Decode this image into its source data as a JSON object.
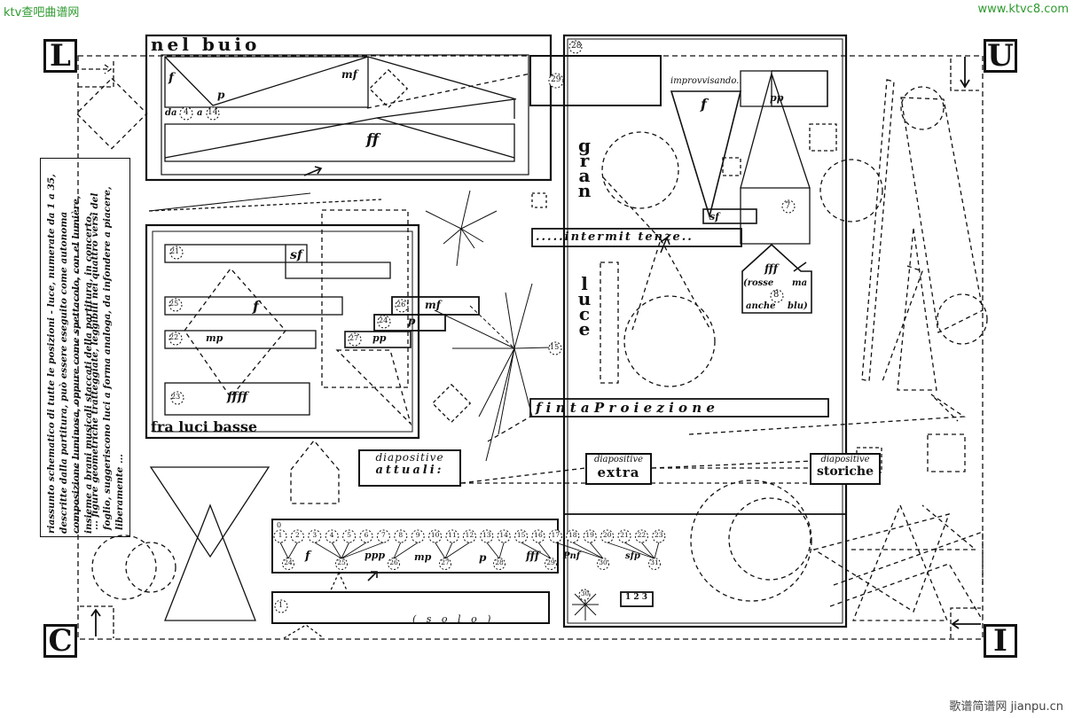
{
  "watermarks": {
    "top_left": "ktv查吧曲谱网",
    "top_right": "www.ktvc8.com",
    "bottom_right": "歌谱简谱网 jianpu.cn"
  },
  "corners": {
    "top_left": "L",
    "top_right": "U",
    "bottom_left": "C",
    "bottom_right": "I"
  },
  "sections": {
    "nel_buio": "nel  buio",
    "fra_luci_basse": "fra  luci  basse",
    "gran": "gran",
    "luce": "luce",
    "intermittenze": ".....intermit    tenze..",
    "finta_proiezione": "f i n t a    P r o i e z i o n e",
    "improvvisando": "improvvisando..",
    "solo": "( s o l o )"
  },
  "diapositive": [
    {
      "top": "diapositive",
      "bottom": "attuali:"
    },
    {
      "top": "diapositive",
      "bottom": "extra"
    },
    {
      "top": "diapositive",
      "bottom": "storiche"
    }
  ],
  "dynamics": {
    "f": "f",
    "p": "p",
    "mf": "mf",
    "ff": "ff",
    "fff": "fff",
    "ffff": "ffff",
    "pp": "pp",
    "mp": "mp",
    "ppp": "ppp",
    "pf": "Pnf",
    "sfp": "sfp",
    "sf": "sf"
  },
  "range_text": {
    "da": "da",
    "a": "a",
    "from": "4",
    "to": "14"
  },
  "rosse": {
    "line1": "(rosse",
    "line1b": "ma",
    "num": "8",
    "line2": "anche",
    "line2b": "blu)"
  },
  "box_numbers": {
    "n29": "29",
    "n28": "28",
    "n7": "7",
    "n15": "15",
    "n21": "21",
    "n25": "25",
    "n22": "22",
    "n23": "23",
    "n24": "24",
    "n26": "26",
    "n27": "27",
    "n30": "30",
    "n1": "1",
    "n0": "0"
  },
  "number_strip": [
    "1",
    "2",
    "3",
    "4",
    "5",
    "6",
    "7",
    "8",
    "9",
    "10",
    "11",
    "12",
    "13",
    "14",
    "15",
    "16",
    "17",
    "18",
    "19",
    "20",
    "21",
    "22",
    "23"
  ],
  "strip_lower": [
    "24",
    "25",
    "26",
    "27",
    "28",
    "29",
    "30",
    "31"
  ],
  "side_note_outer": "riassunto schematico di tutte le posizioni - luce, numerate da 1 a 35, descritte dalla partitura, può essere eseguito come autonoma composizione luminosa, oppure come spettacolo, con el lumière, insieme a brani musicali staccati della partitura, in concerto.",
  "side_note_inner": "... figure geometriche tratteggiate, leggibili nei quattro versi del foglio, suggeriscono luci a forma analoga, da infondere a piacere, liberamente ...",
  "small_box_label": "1 2 3"
}
